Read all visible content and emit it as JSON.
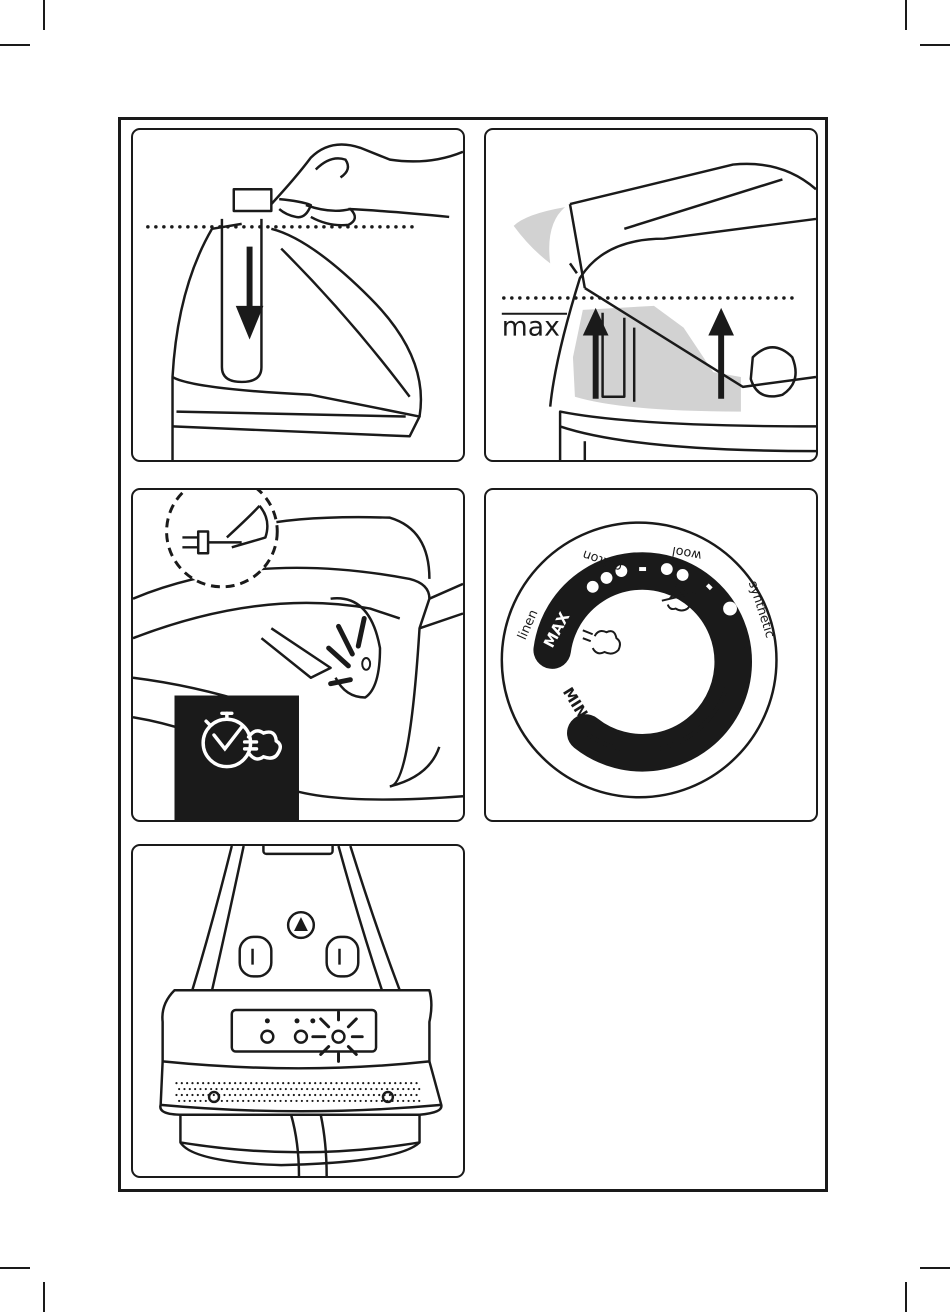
{
  "panel2": {
    "max_label": "max"
  },
  "dial": {
    "max_label": "MAX",
    "min_label": "MIN",
    "fabrics": [
      "linen",
      "cotton",
      "wool",
      "synthetic"
    ]
  },
  "colors": {
    "ink": "#1a1a1a",
    "water_fill": "#d2d2d2",
    "paper": "#ffffff"
  }
}
